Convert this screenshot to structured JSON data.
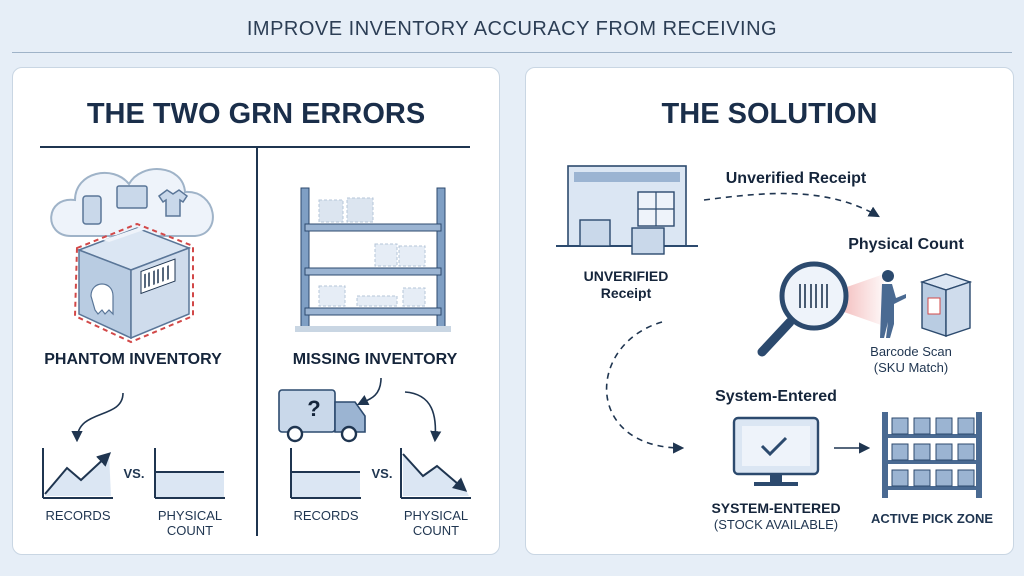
{
  "page_title": "IMPROVE INVENTORY ACCURACY FROM RECEIVING",
  "left_panel": {
    "heading": "THE TWO GRN ERRORS",
    "phantom": {
      "label": "PHANTOM INVENTORY",
      "chart_left": "RECORDS",
      "versus": "VS.",
      "chart_right_line1": "PHYSICAL",
      "chart_right_line2": "COUNT"
    },
    "missing": {
      "label": "MISSING INVENTORY",
      "truck_symbol": "?",
      "chart_left": "RECORDS",
      "versus": "VS.",
      "chart_right_line1": "PHYSICAL",
      "chart_right_line2": "COUNT"
    }
  },
  "right_panel": {
    "heading": "THE SOLUTION",
    "flow_label_receipt": "Unverified Receipt",
    "flow_label_count": "Physical Count",
    "flow_label_system": "System-Entered",
    "receipt_caption_line1": "UNVERIFIED",
    "receipt_caption_line2": "Receipt",
    "scan_caption_line1": "Barcode Scan",
    "scan_caption_line2": "(SKU Match)",
    "system_caption_line1": "SYSTEM-ENTERED",
    "system_caption_line2": "(STOCK AVAILABLE)",
    "pick_caption": "ACTIVE PICK ZONE"
  },
  "colors": {
    "background": "#e6eef7",
    "navy": "#1f3550",
    "light_blue": "#c9d8ea",
    "mid_blue": "#7f9fc4",
    "error_red": "#d24848"
  }
}
